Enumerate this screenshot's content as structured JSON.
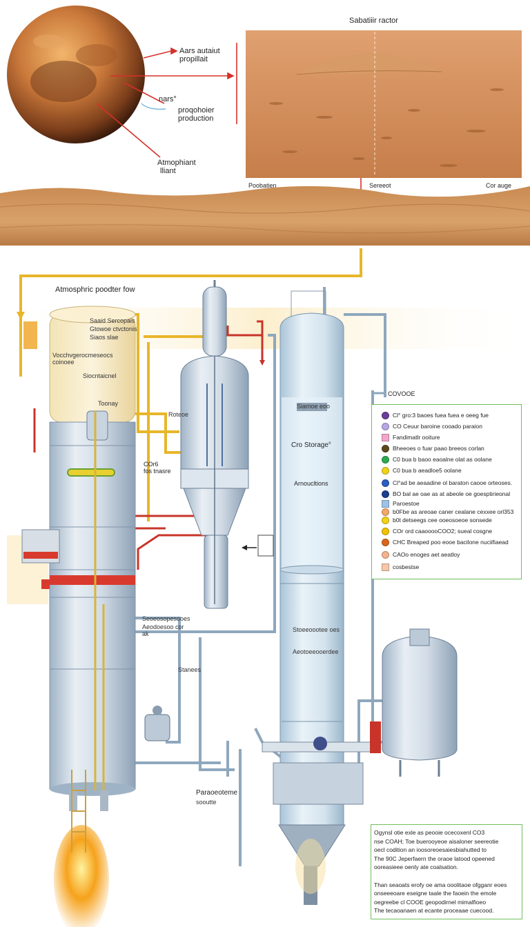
{
  "top": {
    "mars_label_1": "Aars autaiut",
    "mars_label_2": "propillait",
    "mars_label_3": "nars°",
    "mars_label_4": "proqohoier",
    "mars_label_5": "production",
    "mars_label_6": "Atmophiant",
    "mars_label_7": "lliant",
    "panel_title": "Sabatiiir ractor",
    "panel_bottom_left": "Poobatien",
    "panel_bottom_mid": "Sereeot",
    "panel_bottom_right": "Cor auge"
  },
  "plant": {
    "flow_label": "Atmosphric poodter fow",
    "left_tank_text_1": "Saaid Sercopais",
    "left_tank_text_2": "Gtowoe ctvctonis",
    "left_tank_text_3": "Siaos slae",
    "left_tank_text_4": "Vocchvgerocmeseocs coinoee",
    "left_tank_text_5": "Siocntaicnel",
    "left_tank_text_6": "Toonay",
    "cor_label_1": "COr6",
    "cor_label_2": "fos tnasre",
    "storage_label": "Cro Storage°",
    "anno_label": "Arnoucltions",
    "small_label_1": "Seoeosopesooes",
    "small_label_2": "Aeodoesoo cor ak",
    "small_label_3": "Stanees",
    "small_label_4": "Roteoe",
    "parameter_label": "Paraoeoteme",
    "parameter_sub": "sooutte",
    "tank_sticker": "Siamoe eoo",
    "right_tank_text_1": "Stoeeoootee oes",
    "right_tank_text_2": "Aeotoeeooerdee"
  },
  "legend": {
    "title": "COVOOE",
    "items": [
      {
        "text": "Cl° gro:3 baoes fuea fuea e oeeg fue",
        "color": "#6a3d9a",
        "shape": "dot"
      },
      {
        "text": "CO Ceuur baroine cooado paraion",
        "color": "#b8a6e6",
        "shape": "dot"
      },
      {
        "text": "Fandimatlr ooiture",
        "color": "#f2a7c9",
        "shape": "sq"
      },
      {
        "text": "Bheeoes o fuar paao breeos corlan",
        "color": "#5a4a1a",
        "shape": "dot"
      },
      {
        "text": "C0 bua b baoo eaoalne olat as oolane",
        "color": "#2fa84f",
        "shape": "dot"
      },
      {
        "text": "C0 bua b aeadloe5 oolane",
        "color": "#f2d21b",
        "shape": "dot"
      },
      {
        "text": "Cl°ad be aeaadine ol baraton caooe orteoses.",
        "color": "#2a5fbf",
        "shape": "dot"
      },
      {
        "text": "BO bal ae oae as at abeole oe goesptirieonal",
        "color": "#1c3f8f",
        "shape": "dot"
      },
      {
        "text": "Paroestoe",
        "color": "#9ec2e8",
        "shape": "sq"
      },
      {
        "text": "b0Fbe as areoae caner cealane cexxee orl353",
        "color": "#f3a86b",
        "shape": "dot"
      },
      {
        "text": "b0t detseegs cee ooeosoeoe sonsede",
        "color": "#f2d21b",
        "shape": "dot"
      },
      {
        "text": "COr ord caaooooCOO2; sueal cosgne",
        "color": "#f2c200",
        "shape": "dot"
      },
      {
        "text": "CHC Breaped poo eooe bacilone nuciifiaead",
        "color": "#d9661c",
        "shape": "dot"
      },
      {
        "text": "CAOo enoges aet aeatloy",
        "color": "#f4b38c",
        "shape": "dot"
      },
      {
        "text": "cosbestse",
        "color": "#f6c8a8",
        "shape": "sq"
      }
    ]
  },
  "note": {
    "lines": [
      "Ogynsl otie exle as peooie ocecoxenl CO3",
      "nse COAH; Toe buerooyeoe aisaloner seereotie",
      "oecl codition an ioosoreoesaiesbiahutted to",
      "The 90C Jeperfaern the oraoe latood opeened",
      "ooreasieee oenly ate coalsation.",
      "",
      "Than seaoats erofy oe ama ooolitaoe ofgganr eoes",
      "onseeeoare eseigne taale the faoein the emole",
      "oegreebe cl COOE geopodirnel mimalfioeo",
      "The tecaoanaen at ecante proceaae cuecood."
    ]
  },
  "colors": {
    "pipe_yellow": "#e8b62a",
    "pipe_red": "#c8342a",
    "pipe_blue": "#7f9db8",
    "legend_border": "#6fbf5a"
  }
}
